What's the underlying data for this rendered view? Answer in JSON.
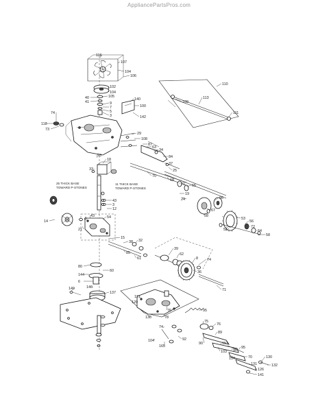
{
  "header": {
    "site": "AppliancePartsPros.com"
  },
  "callouts": [
    "116",
    "107",
    "104",
    "106",
    "102",
    "104",
    "105",
    "40",
    "41",
    "9",
    "7",
    "5",
    "3",
    "140",
    "100",
    "142",
    "74",
    "118",
    "73",
    "110",
    "109",
    "113",
    "111",
    "29",
    "108",
    "87",
    "63",
    "34",
    "84",
    "37",
    "25",
    "70",
    "68",
    "71",
    "65",
    "19",
    "24",
    "86",
    "93",
    "33",
    "18",
    "43",
    "3",
    "12",
    "14",
    "15",
    "21",
    "54",
    "43",
    "5",
    "38",
    "32",
    "39",
    "85",
    "62",
    "8",
    "61",
    "80",
    "60",
    "144",
    "6",
    "146",
    "149",
    "137",
    "36",
    "67",
    "58",
    "51",
    "53",
    "56",
    "72",
    "64",
    "58",
    "74",
    "75",
    "76",
    "89",
    "71",
    "120",
    "121",
    "130",
    "95",
    "76",
    "78",
    "74",
    "104",
    "165",
    "92",
    "90",
    "103",
    "90",
    "95",
    "70",
    "131",
    "130",
    "132",
    "153",
    "154",
    "126",
    "141",
    "122",
    "133",
    "138",
    "139"
  ],
  "notes": {
    "upper": [
      "25 THICK BASE",
      "TOWARD P-STONES"
    ],
    "right": [
      "11 THICK BASE",
      "TOWARD P-STONES"
    ]
  },
  "icons": [
    "fan-icon",
    "pulley-icon",
    "gear-icon",
    "housing-icon",
    "axle-icon"
  ]
}
